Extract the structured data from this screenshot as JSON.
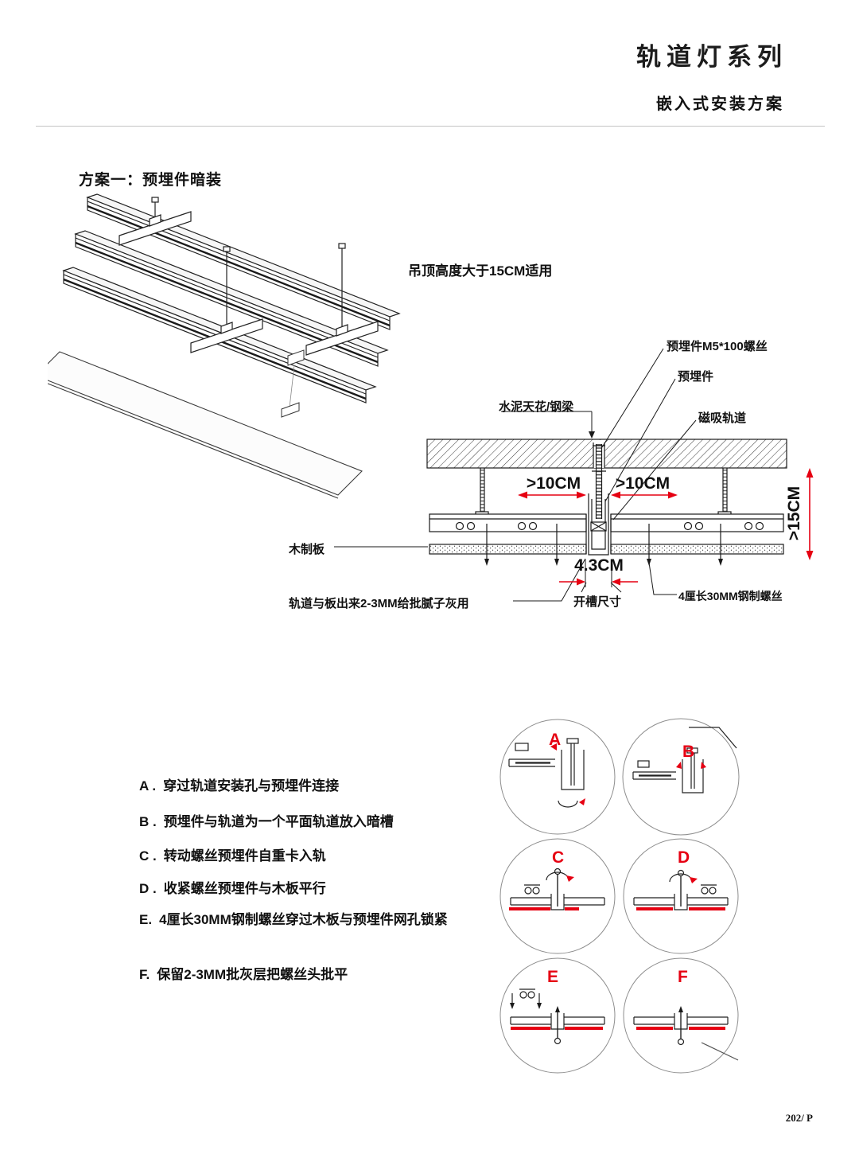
{
  "header": {
    "title": "轨道灯系列",
    "subtitle": "嵌入式安装方案"
  },
  "section": {
    "title": "方案一：预埋件暗装",
    "iso_note": "吊顶高度大于15CM适用"
  },
  "section_labels": {
    "ceiling": "水泥天花/钢梁",
    "embed_screw": "预埋件M5*100螺丝",
    "embed_part": "预埋件",
    "magnetic_track": "磁吸轨道",
    "dim_left": ">10CM",
    "dim_right": ">10CM",
    "dim_height": ">15CM",
    "wood_board": "木制板",
    "slot_width": "4.3CM",
    "slot_label": "开槽尺寸",
    "putty_note": "轨道与板出来2-3MM给批腻子灰用",
    "steel_screw": "4厘长30MM钢制螺丝"
  },
  "steps": [
    {
      "letter": "A .",
      "text": "穿过轨道安装孔与预埋件连接"
    },
    {
      "letter": "B .",
      "text": "预埋件与轨道为一个平面轨道放入暗槽"
    },
    {
      "letter": "C .",
      "text": "转动螺丝预埋件自重卡入轨"
    },
    {
      "letter": "D .",
      "text": "收紧螺丝预埋件与木板平行"
    },
    {
      "letter": "E.",
      "text": "4厘长30MM钢制螺丝穿过木板与预埋件网孔锁紧"
    },
    {
      "letter": "F.",
      "text": "保留2-3MM批灰层把螺丝头批平"
    }
  ],
  "detail_letters": [
    "A",
    "B",
    "C",
    "D",
    "E",
    "F"
  ],
  "footer": {
    "page_number": "202/ P"
  },
  "colors": {
    "accent_red": "#e60012",
    "ink": "#1a1a1a"
  }
}
